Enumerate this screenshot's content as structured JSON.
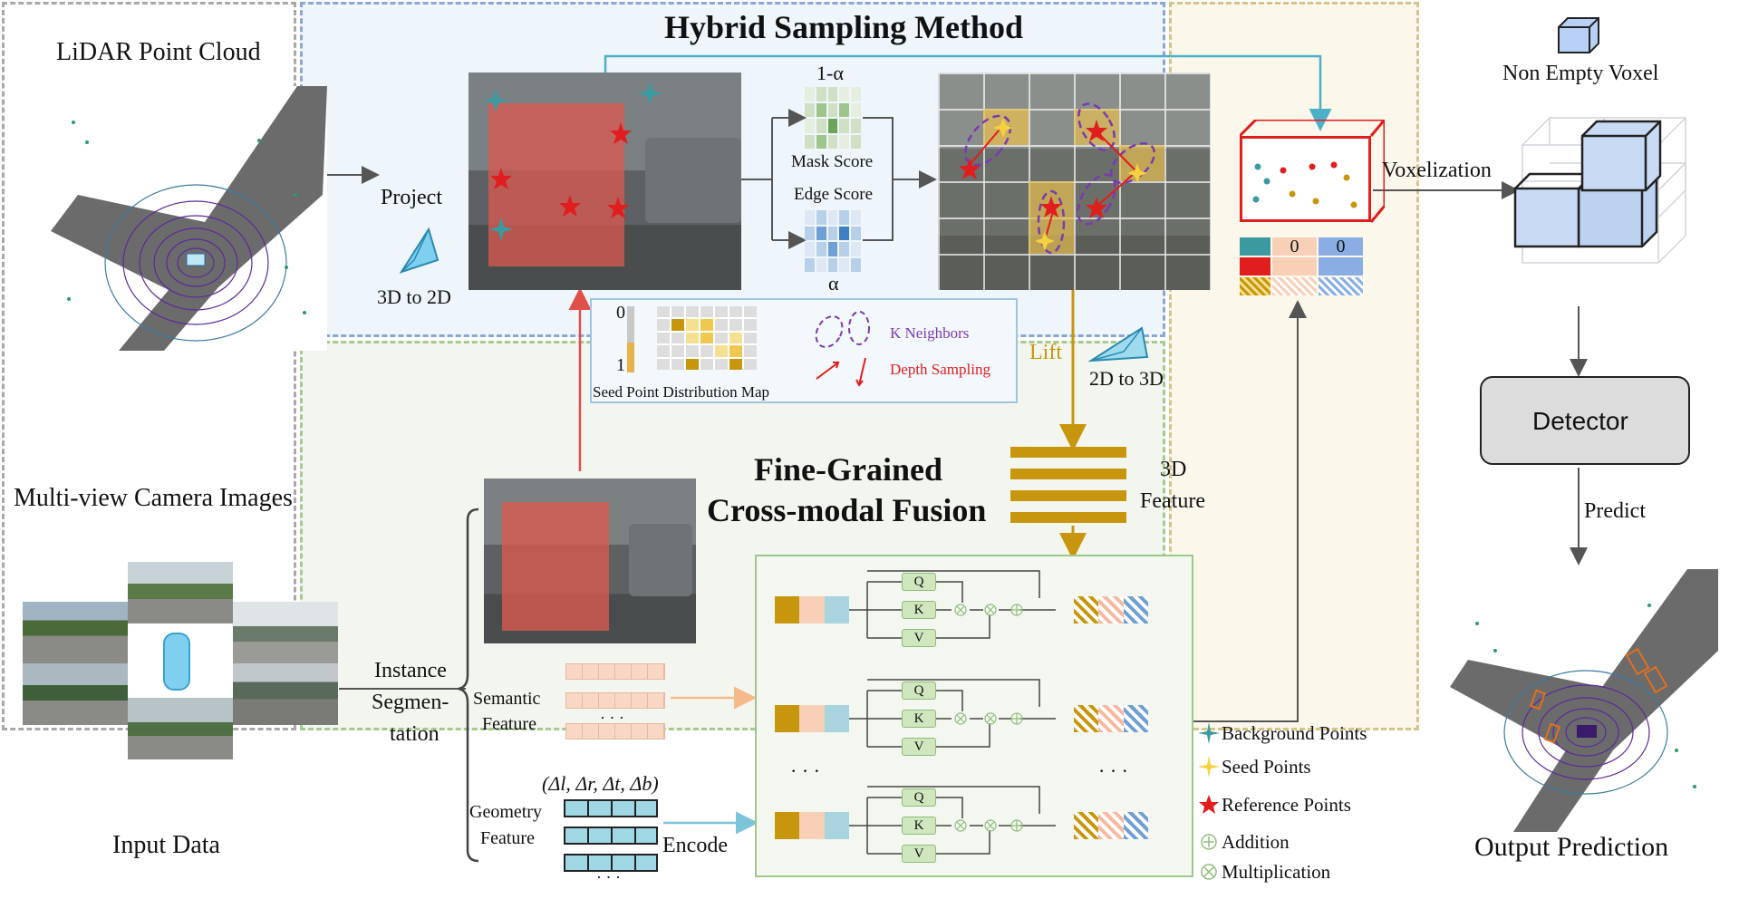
{
  "input_panel": {
    "lidar_title": "LiDAR Point Cloud",
    "camera_title": "Multi-view Camera Images",
    "footer": "Input Data"
  },
  "hybrid": {
    "title": "Hybrid Sampling Method",
    "project": "Project",
    "three_to_two": "3D to 2D",
    "mask_weight": "1-α",
    "mask_score": "Mask Score",
    "edge_score": "Edge Score",
    "edge_weight": "α",
    "two_to_three": "2D to 3D",
    "lift": "Lift",
    "legend": {
      "scale_top": "0",
      "scale_bottom": "1",
      "seed_map": "Seed Point Distribution Map",
      "k_neighbors": "K Neighbors",
      "depth_sampling": "Depth Sampling"
    },
    "voxel_values": [
      "0",
      "0"
    ]
  },
  "fusion": {
    "title_line1": "Fine-Grained",
    "title_line2": "Cross-modal Fusion",
    "feature_3d_line1": "3D",
    "feature_3d_line2": "Feature",
    "instance_seg_line1": "Instance",
    "instance_seg_line2": "Segmen-",
    "instance_seg_line3": "tation",
    "semantic_line1": "Semantic",
    "semantic_line2": "Feature",
    "geometry_line1": "Geometry",
    "geometry_line2": "Feature",
    "geometry_deltas": "(Δl, Δr, Δt, Δb)",
    "encode": "Encode",
    "ellipsis": "· · ·",
    "q": "Q",
    "k": "K",
    "v": "V"
  },
  "legend": {
    "background_points": "Background Points",
    "seed_points": "Seed Points",
    "reference_points": "Reference Points",
    "addition": "Addition",
    "multiplication": "Multiplication"
  },
  "output_panel": {
    "non_empty_voxel": "Non Empty Voxel",
    "voxelization": "Voxelization",
    "detector": "Detector",
    "predict": "Predict",
    "footer": "Output Prediction"
  },
  "colors": {
    "hybrid_bg": "#eef6fb",
    "hybrid_border": "#8aa6d6",
    "fusion_bg": "#f3f6ee",
    "fusion_border": "#a6c98f",
    "output_bg": "#fbf7ea",
    "output_border": "#d6c48a",
    "input_border": "#a8a8a8",
    "gold": "#c8960c",
    "red": "#e01e1e",
    "teal": "#4cb0c8"
  }
}
